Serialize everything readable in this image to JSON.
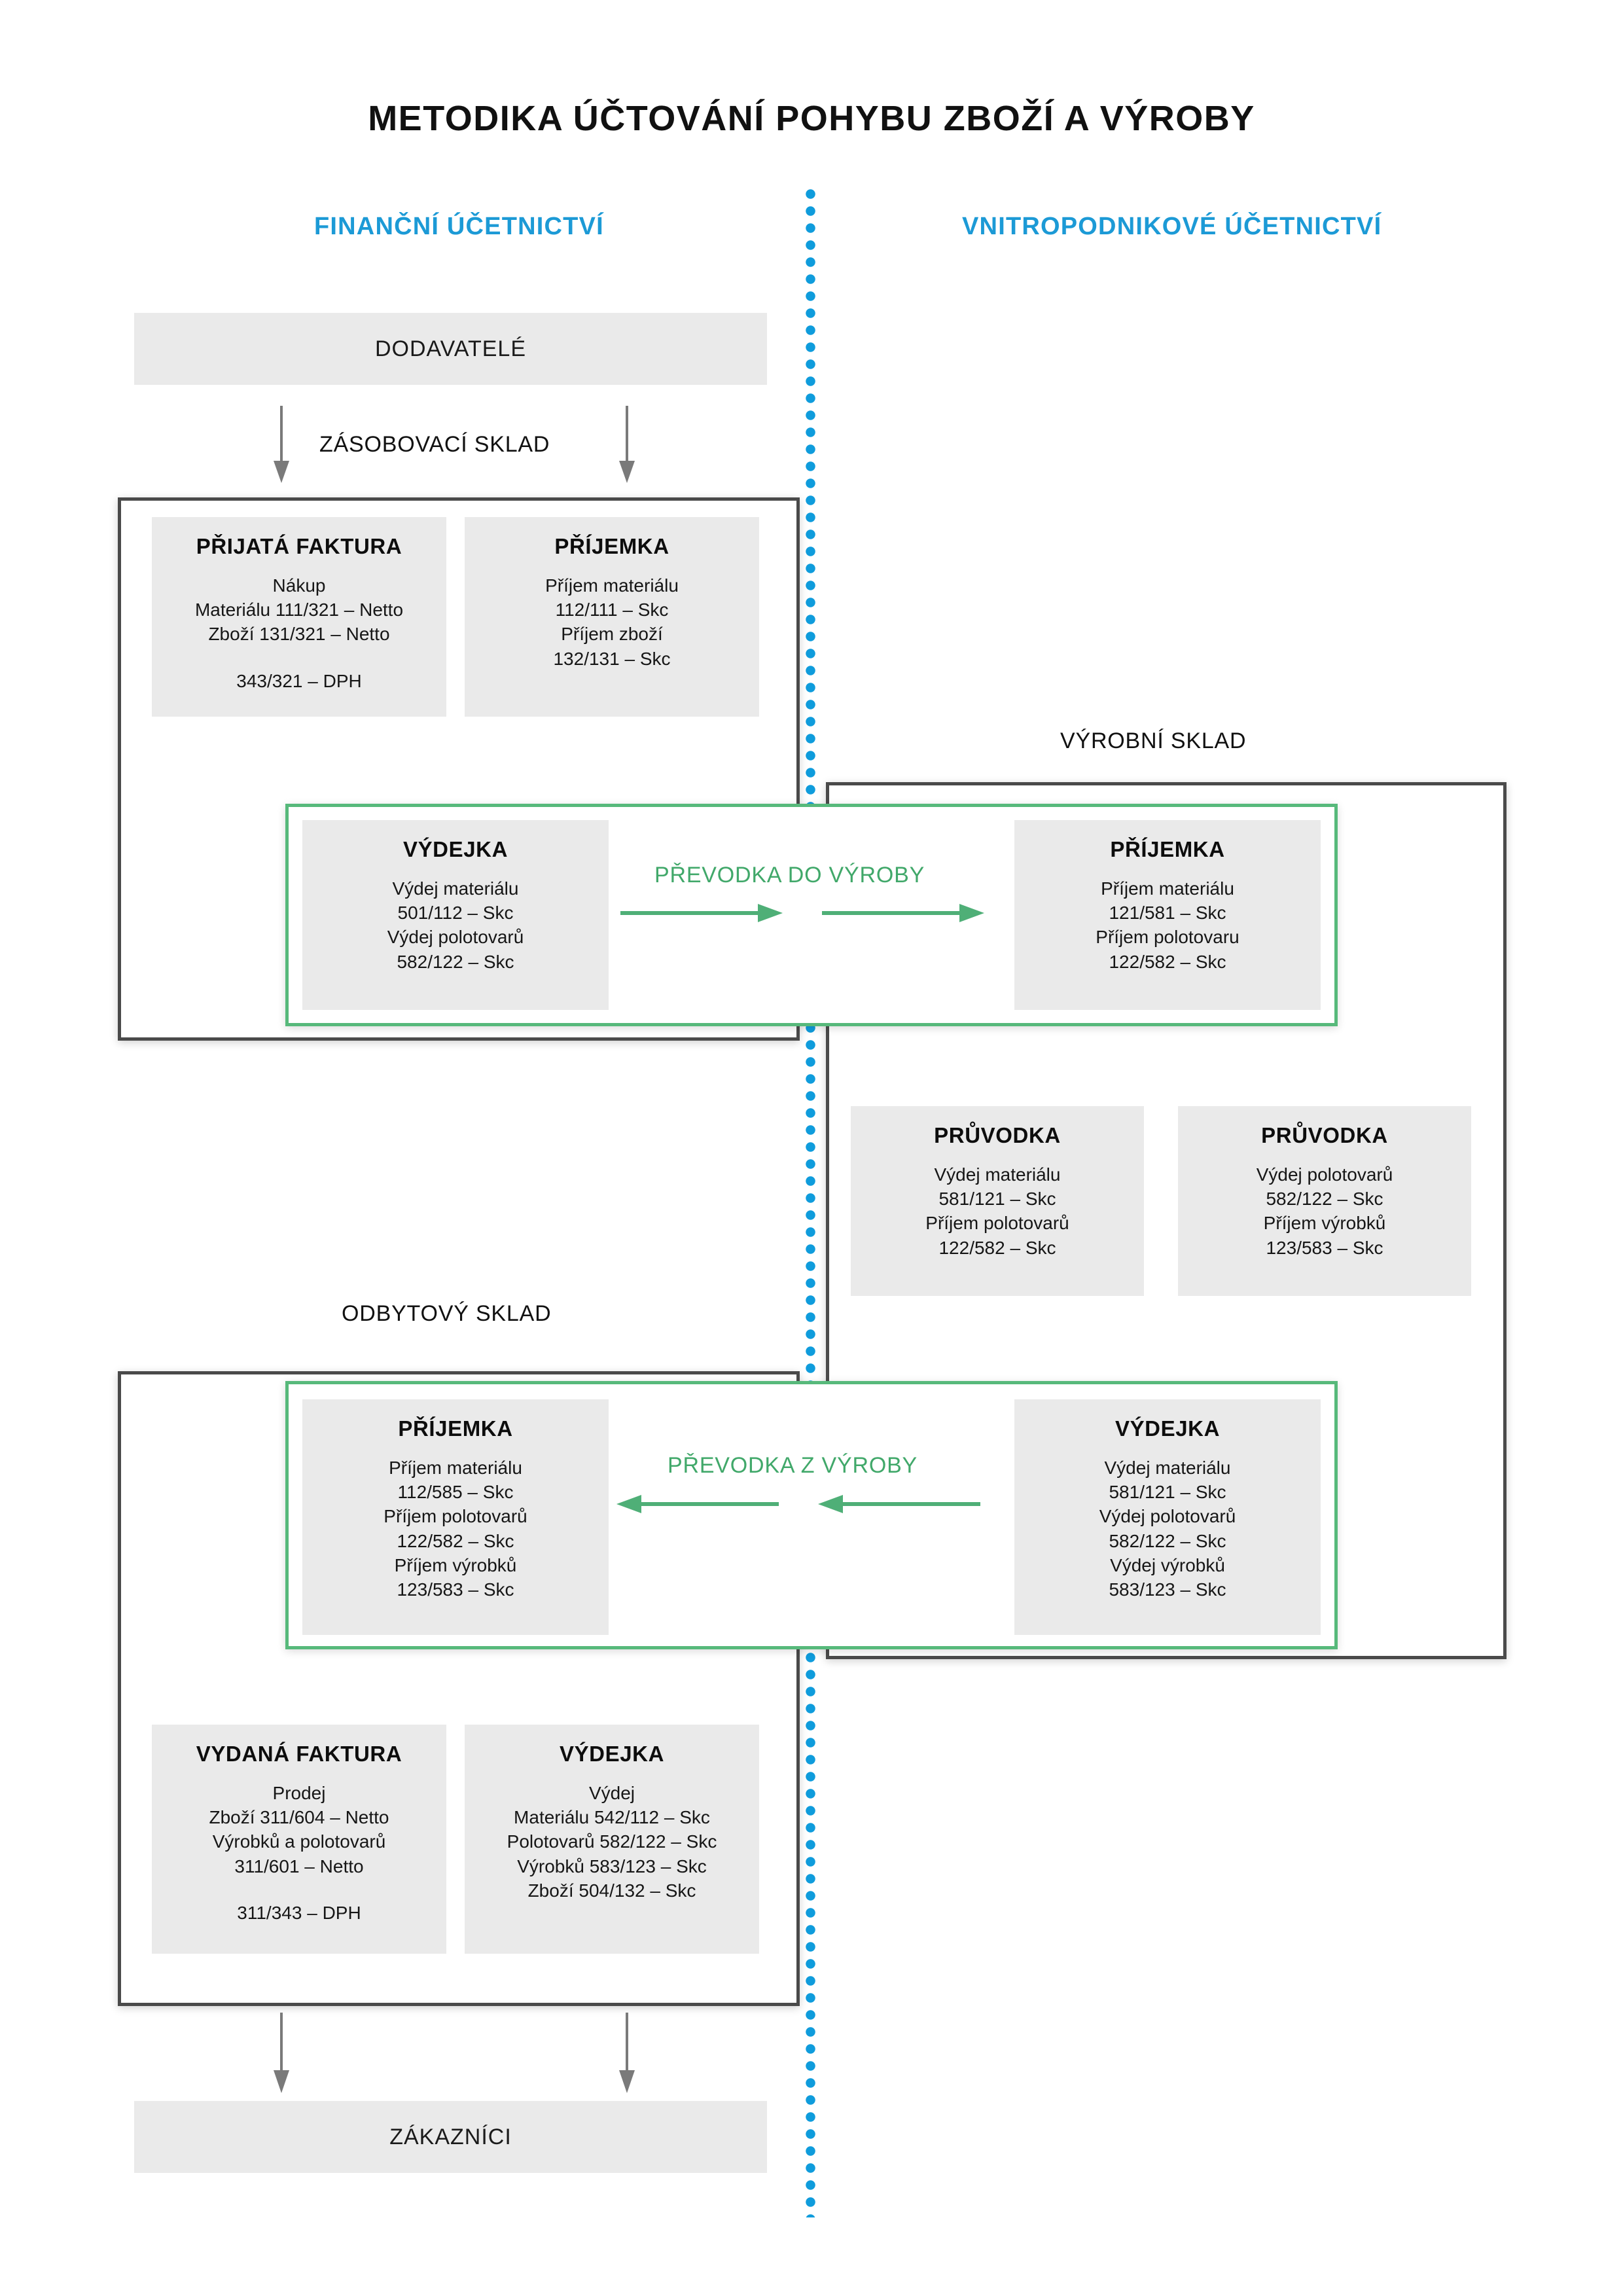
{
  "title": "METODIKA ÚČTOVÁNÍ POHYBU ZBOŽÍ A VÝROBY",
  "colors": {
    "accent_blue": "#1C9AD6",
    "divider_blue": "#0F9CDC",
    "accent_green": "#57B97B",
    "label_green": "#41A86A",
    "frame_gray": "#4A4A4A",
    "card_gray": "#EAEAEA",
    "arrow_gray": "#7A7A7A"
  },
  "columns": {
    "left_header": "FINANČNÍ ÚČETNICTVÍ",
    "right_header": "VNITROPODNIKOVÉ ÚČETNICTVÍ"
  },
  "endpoints": {
    "suppliers": "DODAVATELÉ",
    "customers": "ZÁKAZNÍCI"
  },
  "section_labels": {
    "supply_warehouse": "ZÁSOBOVACÍ SKLAD",
    "production_warehouse": "VÝROBNÍ SKLAD",
    "sales_warehouse": "ODBYTOVÝ SKLAD"
  },
  "band_labels": {
    "to_production": "PŘEVODKA  DO VÝROBY",
    "from_production": "PŘEVODKA  Z VÝROBY"
  },
  "documents": {
    "prijata_faktura": {
      "title": "PŘIJATÁ FAKTURA",
      "lines": [
        "Nákup",
        "Materiálu 111/321 – Netto",
        "Zboží 131/321 – Netto"
      ],
      "footer": "343/321 – DPH"
    },
    "prijemka_zasobovaci": {
      "title": "PŘÍJEMKA",
      "lines": [
        "Příjem materiálu",
        "112/111 – Skc",
        "Příjem zboží",
        "132/131 – Skc"
      ]
    },
    "vydejka_do_vyroby": {
      "title": "VÝDEJKA",
      "lines": [
        "Výdej materiálu",
        "501/112 – Skc",
        "Výdej polotovarů",
        "582/122 – Skc"
      ]
    },
    "prijemka_do_vyroby": {
      "title": "PŘÍJEMKA",
      "lines": [
        "Příjem materiálu",
        "121/581 – Skc",
        "Příjem polotovaru",
        "122/582 – Skc"
      ]
    },
    "pruvodka_1": {
      "title": "PRŮVODKA",
      "lines": [
        "Výdej materiálu",
        "581/121 – Skc",
        "Příjem polotovarů",
        "122/582 – Skc"
      ]
    },
    "pruvodka_2": {
      "title": "PRŮVODKA",
      "lines": [
        "Výdej polotovarů",
        "582/122 – Skc",
        "Příjem výrobků",
        "123/583 – Skc"
      ]
    },
    "prijemka_z_vyroby": {
      "title": "PŘÍJEMKA",
      "lines": [
        "Příjem materiálu",
        "112/585 – Skc",
        "Příjem polotovarů",
        "122/582 – Skc",
        "Příjem výrobků",
        "123/583 – Skc"
      ]
    },
    "vydejka_z_vyroby": {
      "title": "VÝDEJKA",
      "lines": [
        "Výdej materiálu",
        "581/121 – Skc",
        "Výdej polotovarů",
        "582/122 – Skc",
        "Výdej výrobků",
        "583/123 – Skc"
      ]
    },
    "vydana_faktura": {
      "title": "VYDANÁ FAKTURA",
      "lines": [
        "Prodej",
        "Zboží 311/604 – Netto",
        "Výrobků a polotovarů",
        "311/601 – Netto"
      ],
      "footer": "311/343 – DPH"
    },
    "vydejka_odbytovy": {
      "title": "VÝDEJKA",
      "lines": [
        "Výdej",
        "Materiálu 542/112 – Skc",
        "Polotovarů 582/122 – Skc",
        "Výrobků 583/123 – Skc",
        "Zboží 504/132 – Skc"
      ]
    }
  }
}
